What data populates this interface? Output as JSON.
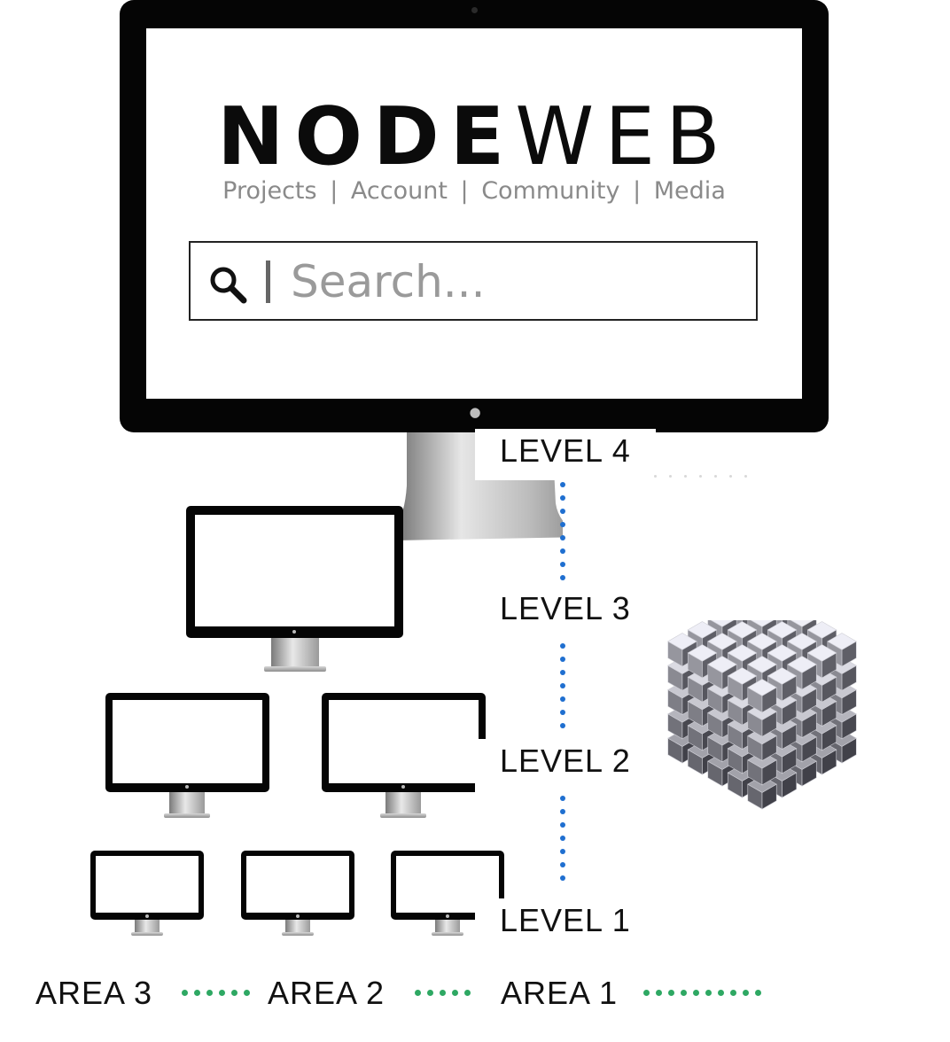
{
  "brand": {
    "name_bold": "NODE",
    "name_light": "WEB"
  },
  "nav": {
    "items": [
      "Projects",
      "Account",
      "Community",
      "Media"
    ],
    "separator": "|"
  },
  "search": {
    "placeholder": "Search..."
  },
  "levels": [
    "LEVEL 4",
    "LEVEL 3",
    "LEVEL 2",
    "LEVEL 1"
  ],
  "areas": [
    "AREA 3",
    "AREA 2",
    "AREA 1"
  ],
  "colors": {
    "level_dots": "#1f6fd0",
    "area_dots": "#2ea863"
  },
  "icons": [
    "search-icon",
    "apple-logo-icon",
    "cube-icon"
  ]
}
